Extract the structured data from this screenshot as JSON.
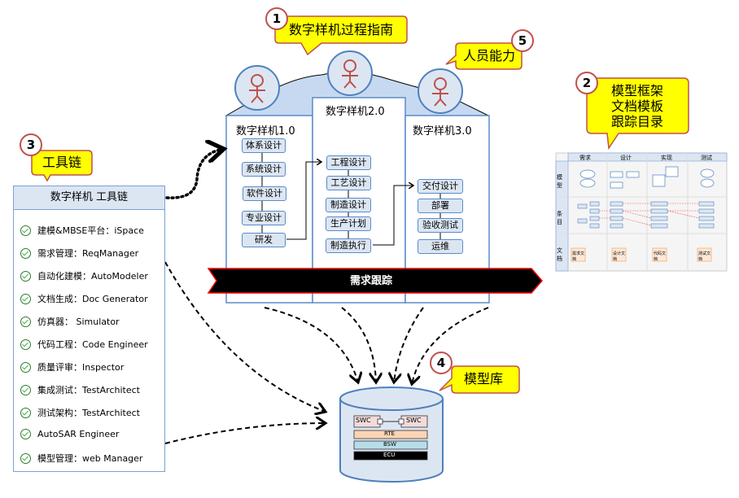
{
  "callouts": {
    "process_guide": {
      "number": "1",
      "label": "数字样机过程指南"
    },
    "templates": {
      "number": "2",
      "lines": [
        "模型框架",
        "文档模板",
        "跟踪目录"
      ]
    },
    "toolchain": {
      "number": "3",
      "label": "工具链"
    },
    "model_library": {
      "number": "4",
      "label": "模型库"
    },
    "personnel": {
      "number": "5",
      "label": "人员能力"
    }
  },
  "stages": [
    {
      "title": "数字样机1.0",
      "steps": [
        "体系设计",
        "系统设计",
        "软件设计",
        "专业设计",
        "研发"
      ]
    },
    {
      "title": "数字样机2.0",
      "steps": [
        "工程设计",
        "工艺设计",
        "制造设计",
        "生产计划",
        "制造执行"
      ]
    },
    {
      "title": "数字样机3.0",
      "steps": [
        "交付设计",
        "部署",
        "验收测试",
        "运维"
      ]
    }
  ],
  "trace_banner": "需求跟踪",
  "toolchain": {
    "title": "数字样机 工具链",
    "items": [
      "建模&MBSE平台：iSpace",
      "需求管理：ReqManager",
      "自动化建模：AutoModeler",
      "文档生成：Doc Generator",
      "仿真器： Simulator",
      "代码工程：Code Engineer",
      "质量评审：Inspector",
      "集成测试：TestArchitect",
      "测试架构：TestArchitect",
      "AutoSAR Engineer",
      "模型管理：web Manager"
    ]
  },
  "model_db": {
    "swc_left": "SWC",
    "swc_right": "SWC",
    "layers": [
      "RTE",
      "BSW",
      "ECU"
    ]
  },
  "trace_matrix": {
    "columns": [
      "需求",
      "设计",
      "实现",
      "测试"
    ],
    "rows": [
      "模型",
      "条目",
      "文档"
    ],
    "documents": [
      "需求文档",
      "设计文档",
      "代码文档",
      "测试文档"
    ]
  },
  "colors": {
    "callout_fill": "#ffff00",
    "callout_border": "#c0504d",
    "stage_border": "#5b8bc9",
    "step_fill": "#dce6f2",
    "banner_fill": "#000000",
    "banner_border": "#ff0000",
    "rte": "#fbd4b4",
    "bsw": "#b7dde8",
    "ecu": "#000000"
  }
}
